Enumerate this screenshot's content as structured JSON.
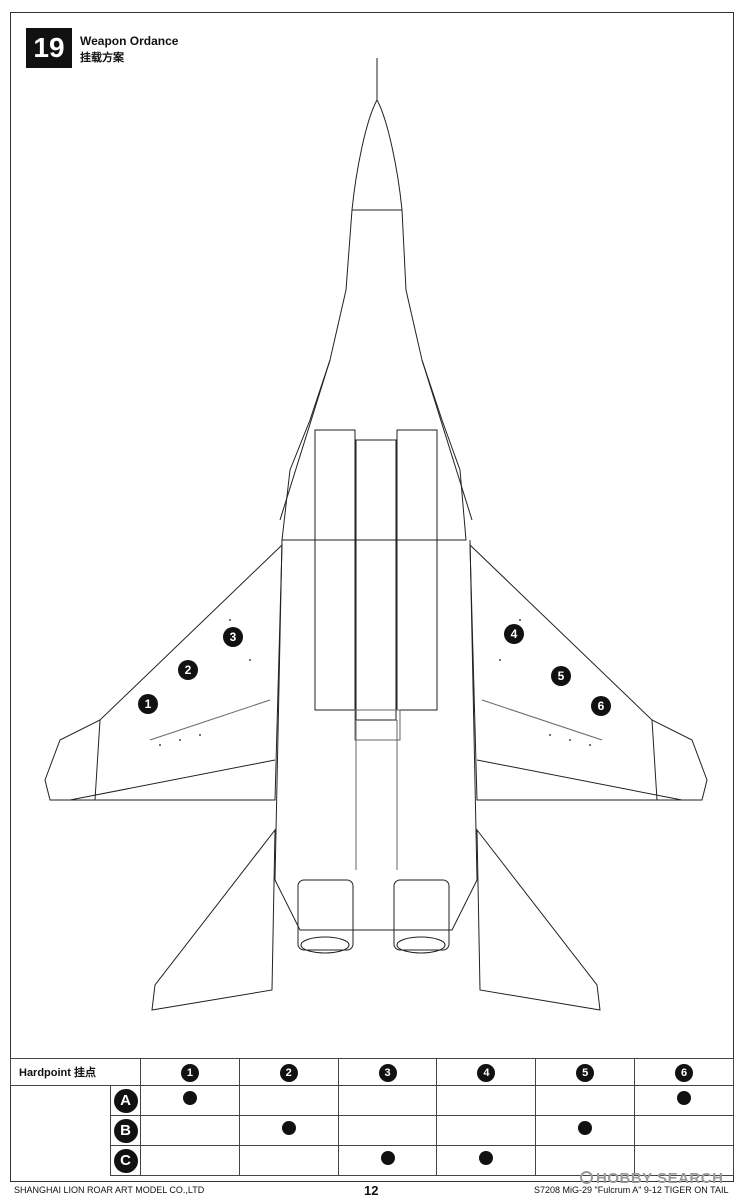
{
  "step": {
    "number": "19",
    "title": "Weapon Ordance",
    "subtitle": "挂载方案"
  },
  "hardpoints_on_drawing": [
    "1",
    "2",
    "3",
    "4",
    "5",
    "6"
  ],
  "table": {
    "header_label": "Hardpoint 挂点",
    "columns": [
      "1",
      "2",
      "3",
      "4",
      "5",
      "6"
    ],
    "rows": [
      {
        "label": "A",
        "marked": [
          true,
          false,
          false,
          false,
          false,
          true
        ]
      },
      {
        "label": "B",
        "marked": [
          false,
          true,
          false,
          false,
          true,
          false
        ]
      },
      {
        "label": "C",
        "marked": [
          false,
          false,
          true,
          true,
          false,
          false
        ]
      }
    ]
  },
  "footer": {
    "company": "SHANGHAI LION ROAR ART MODEL CO.,LTD",
    "page": "12",
    "product": "S7208 MiG-29 \"Fulcrum A\" 9-12 TIGER ON TAIL",
    "watermark": "HOBBY SEARCH"
  }
}
